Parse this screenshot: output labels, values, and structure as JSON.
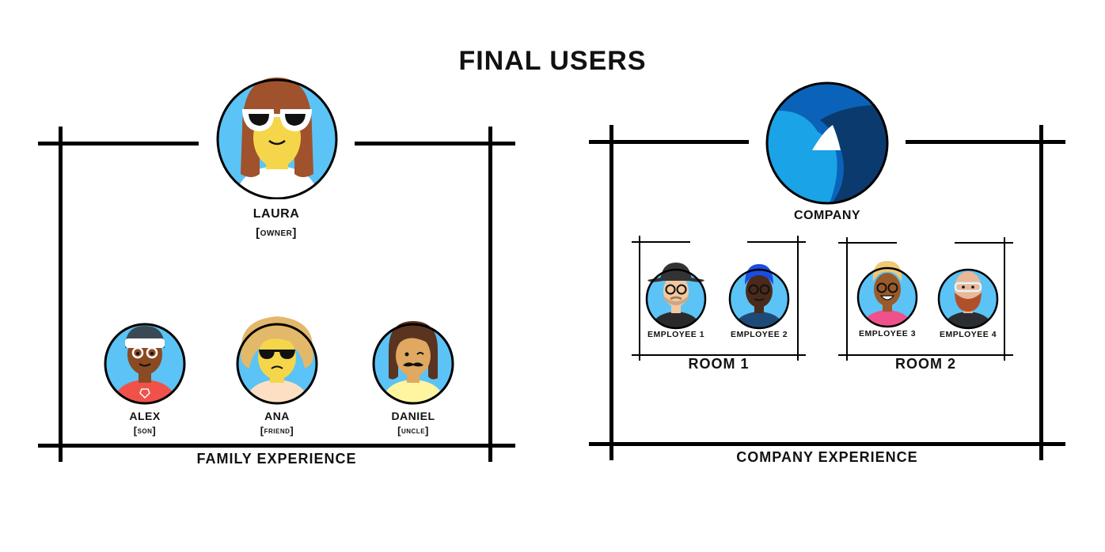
{
  "title": "FINAL USERS",
  "family": {
    "experience_label": "FAMILY EXPERIENCE",
    "owner": {
      "name": "LAURA",
      "role": "OWNER"
    },
    "members": [
      {
        "name": "ALEX",
        "role": "SON"
      },
      {
        "name": "ANA",
        "role": "FRIEND"
      },
      {
        "name": "DANIEL",
        "role": "UNCLE"
      }
    ]
  },
  "company": {
    "experience_label": "COMPANY EXPERIENCE",
    "name": "COMPANY",
    "rooms": [
      {
        "label": "ROOM 1",
        "employees": [
          "EMPLOYEE 1",
          "EMPLOYEE 2"
        ]
      },
      {
        "label": "ROOM 2",
        "employees": [
          "EMPLOYEE 3",
          "EMPLOYEE 4"
        ]
      }
    ]
  },
  "colors": {
    "avatar_bg": "#5bc3f5",
    "logo_dark": "#0b3a6e",
    "logo_mid": "#0a63b8",
    "logo_light": "#1aa3e6"
  }
}
